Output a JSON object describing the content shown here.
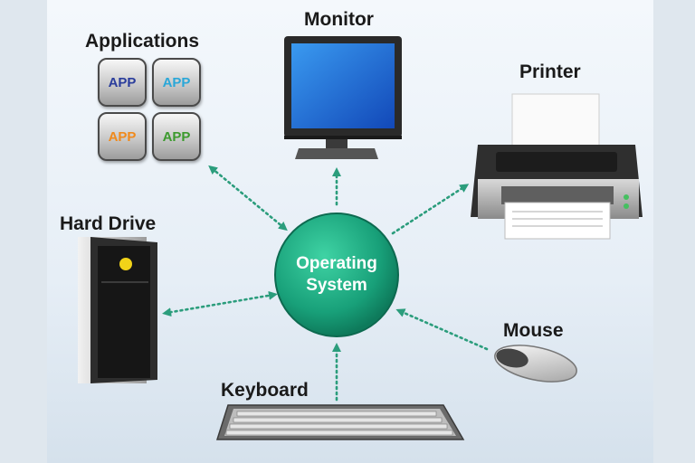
{
  "diagram": {
    "center": {
      "line1": "Operating",
      "line2": "System"
    },
    "labels": {
      "applications": "Applications",
      "monitor": "Monitor",
      "printer": "Printer",
      "hard_drive": "Hard Drive",
      "mouse": "Mouse",
      "keyboard": "Keyboard"
    },
    "apps": [
      {
        "text": "APP",
        "color": "#2a3d9c"
      },
      {
        "text": "APP",
        "color": "#2aa7d8"
      },
      {
        "text": "APP",
        "color": "#f08a1c"
      },
      {
        "text": "APP",
        "color": "#3c9a2e"
      }
    ],
    "colors": {
      "os_circle": "#1aa37c",
      "arrow": "#2b9d7c",
      "screen": "#1e6fd6"
    }
  }
}
